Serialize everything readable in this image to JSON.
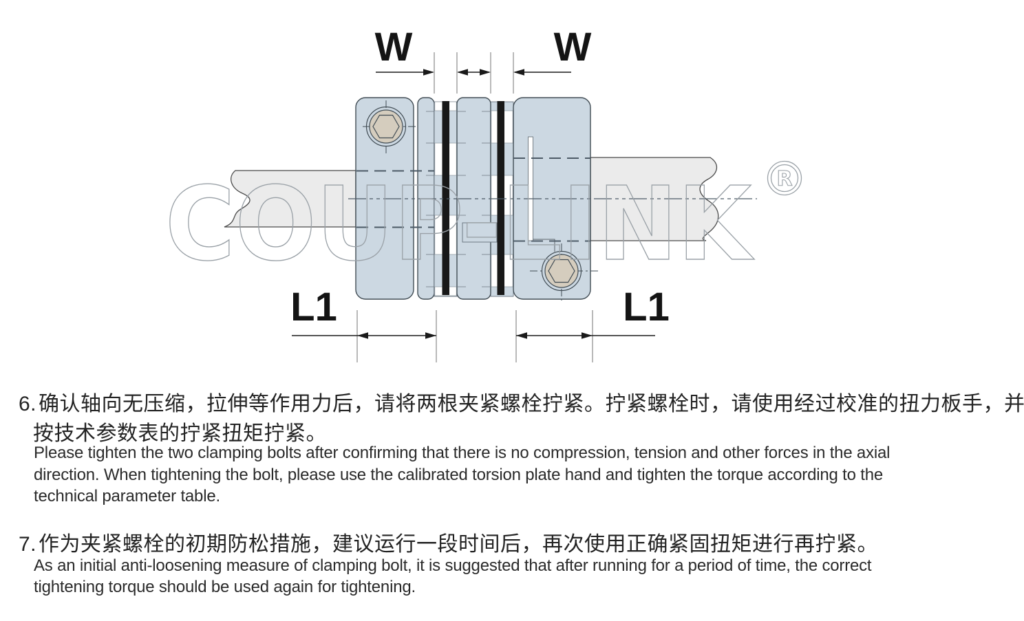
{
  "diagram": {
    "w_left": "W",
    "w_right": "W",
    "l1_left": "L1",
    "l1_right": "L1",
    "watermark": "COUP-LINK",
    "registered": "R",
    "colors": {
      "hub_fill": "#ccd8e2",
      "shaft_fill": "#ebebeb",
      "bolt_head_fill": "#d5cdbe",
      "disc_bar": "#181818",
      "outline": "#414c54",
      "watermark_stroke": "#9aa1a7",
      "dimension_line": "#1a1a1a"
    }
  },
  "instructions": [
    {
      "number": "6.",
      "zh_lines": [
        "确认轴向无压缩，拉伸等作用力后，请将两根夹紧螺栓拧紧。拧紧螺栓时，请使用经过校准的扭力板手，并",
        "按技术参数表的拧紧扭矩拧紧。"
      ],
      "en_lines": [
        "Please tighten the two clamping bolts after confirming that there is no compression, tension and other forces in the axial",
        "direction. When tightening the bolt, please use the calibrated torsion plate hand and tighten the torque according to the",
        "technical parameter table."
      ]
    },
    {
      "number": "7.",
      "zh_lines": [
        "作为夹紧螺栓的初期防松措施，建议运行一段时间后，再次使用正确紧固扭矩进行再拧紧。"
      ],
      "en_lines": [
        "As an initial anti-loosening measure of clamping bolt, it is suggested that after running for a period of time, the correct",
        "tightening torque should be used again for tightening."
      ]
    }
  ]
}
